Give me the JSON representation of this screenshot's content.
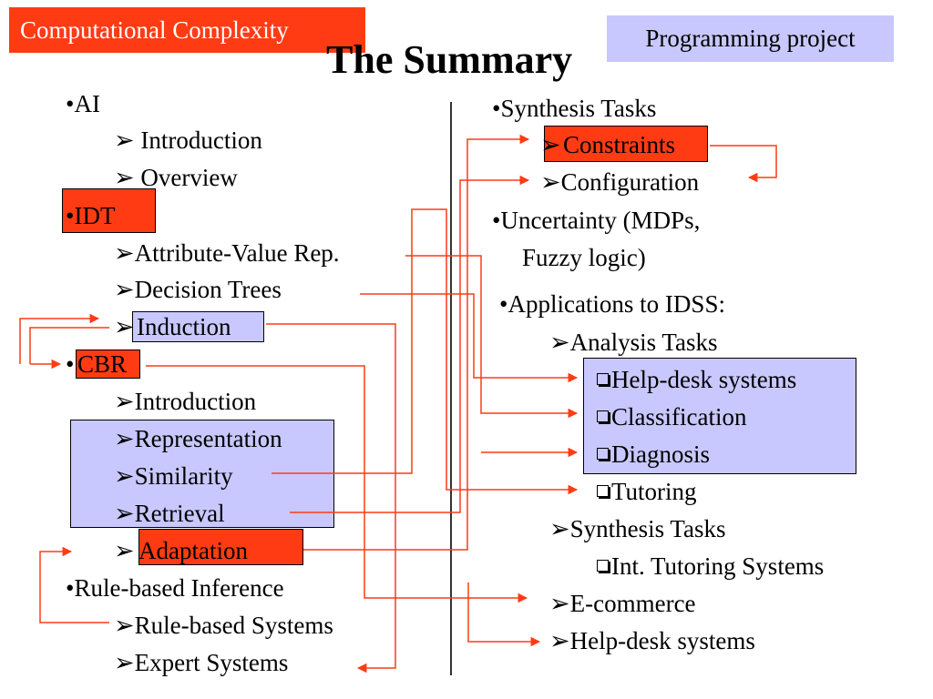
{
  "header": {
    "course_tag": "Computational Complexity",
    "project_tag": "Programming project",
    "title": "The Summary"
  },
  "left": {
    "ai": "•AI",
    "ai_intro": "➢ Introduction",
    "ai_overview": "➢ Overview",
    "idt": "•IDT",
    "idt_attr": "➢Attribute-Value Rep.",
    "idt_trees": "➢Decision Trees",
    "idt_induction_bullet": "➢",
    "idt_induction": "Induction",
    "cbr_bullet": "•",
    "cbr": "CBR",
    "cbr_intro": "➢Introduction",
    "cbr_rep": "➢Representation",
    "cbr_sim": "➢Similarity",
    "cbr_ret": "➢Retrieval",
    "cbr_adapt_bullet": "➢",
    "cbr_adapt": "Adaptation",
    "rbi": "•Rule-based Inference",
    "rbi_systems": "➢Rule-based Systems",
    "rbi_expert": "➢Expert Systems"
  },
  "right": {
    "synthesis": "•Synthesis Tasks",
    "constraints_bullet": "➢",
    "constraints": "Constraints",
    "configuration": "➢Configuration",
    "uncertainty_1": "•Uncertainty (MDPs,",
    "uncertainty_2": "Fuzzy logic)",
    "applications": "•Applications to IDSS:",
    "analysis": "➢Analysis Tasks",
    "helpdesk": "Help-desk systems",
    "classification": "Classification",
    "diagnosis": "Diagnosis",
    "tutoring": "Tutoring",
    "synthesis2": "➢Synthesis Tasks",
    "its": "Int. Tutoring Systems",
    "ecommerce": "➢E-commerce",
    "helpdesk2": "➢Help-desk systems"
  },
  "colors": {
    "accent_red": "#ff3b13",
    "accent_blue": "#c8c8ff"
  }
}
